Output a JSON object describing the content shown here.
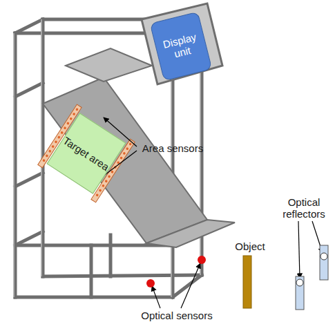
{
  "diagram": {
    "nodes": [
      {
        "text": [
          "Display unit"
        ]
      },
      {
        "text": [
          "Target area"
        ]
      }
    ],
    "labels": [
      "Area sensors",
      "Object",
      "Optical reflectors",
      "Optical sensors"
    ]
  }
}
